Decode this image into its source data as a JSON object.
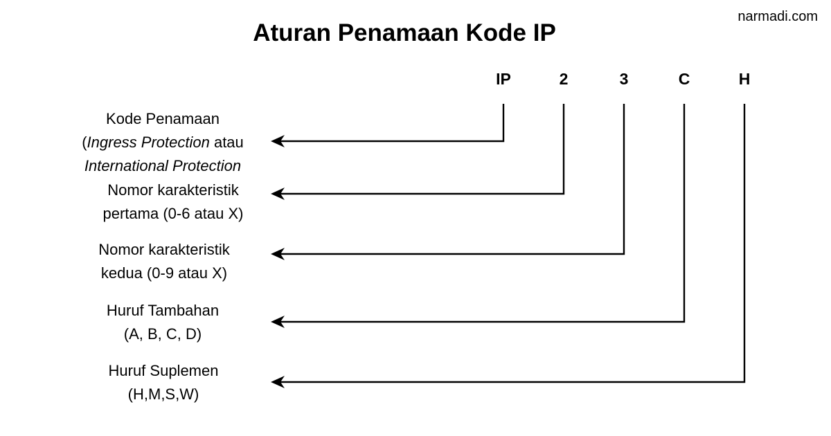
{
  "header": {
    "title": "Aturan Penamaan Kode IP",
    "site": "narmadi.com"
  },
  "code": {
    "letters": [
      "IP",
      "2",
      "3",
      "C",
      "H"
    ]
  },
  "labels": [
    {
      "line1": "Kode Penamaan",
      "line2_prefix": "(",
      "line2_italic": "Ingress Protection",
      "line2_suffix": " atau",
      "line3_italic": "International Protection"
    },
    {
      "line1": "Nomor karakteristik",
      "line2": "pertama (0-6 atau X)"
    },
    {
      "line1": "Nomor karakteristik",
      "line2": "kedua (0-9 atau X)"
    },
    {
      "line1": "Huruf Tambahan",
      "line2": "(A, B, C, D)"
    },
    {
      "line1": "Huruf Suplemen",
      "line2": "(H,M,S,W)"
    }
  ],
  "colors": {
    "line": "#000000",
    "background": "#ffffff"
  }
}
